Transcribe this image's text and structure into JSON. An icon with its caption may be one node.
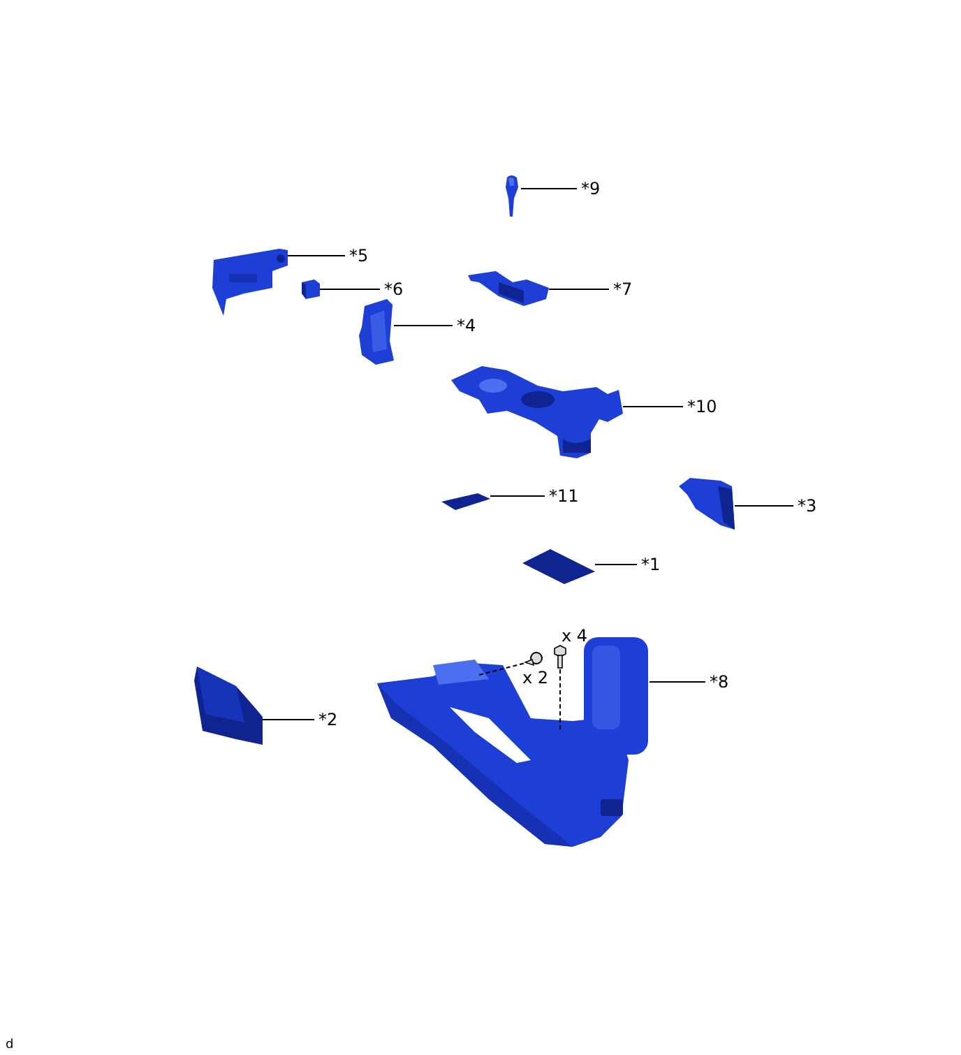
{
  "diagram": {
    "nodes": [
      {
        "text": [
          "*9"
        ]
      },
      {
        "text": [],
        "shape": "picture"
      },
      {
        "text": [
          "*5"
        ]
      },
      {
        "text": [],
        "shape": "picture"
      },
      {
        "text": [
          "*6"
        ]
      },
      {
        "text": [],
        "shape": "picture"
      },
      {
        "text": [
          "*7"
        ]
      },
      {
        "text": [],
        "shape": "picture"
      },
      {
        "text": [
          "*4"
        ]
      },
      {
        "text": [],
        "shape": "picture"
      },
      {
        "text": [
          "*10"
        ]
      },
      {
        "text": [],
        "shape": "picture"
      },
      {
        "text": [
          "*11"
        ]
      },
      {
        "text": [],
        "shape": "picture"
      },
      {
        "text": [
          "*3"
        ]
      },
      {
        "text": [],
        "shape": "picture"
      },
      {
        "text": [
          "*1"
        ]
      },
      {
        "text": [],
        "shape": "picture"
      },
      {
        "text": [
          "*8"
        ]
      },
      {
        "text": [],
        "shape": "picture"
      },
      {
        "text": [
          "*2"
        ]
      },
      {
        "text": [],
        "shape": "picture"
      }
    ],
    "edges": [
      {
        "from": 0,
        "to": 1,
        "arrow": "none"
      },
      {
        "from": 2,
        "to": 3,
        "arrow": "none"
      },
      {
        "from": 4,
        "to": 5,
        "arrow": "none"
      },
      {
        "from": 6,
        "to": 7,
        "arrow": "none"
      },
      {
        "from": 8,
        "to": 9,
        "arrow": "none"
      },
      {
        "from": 10,
        "to": 11,
        "arrow": "none"
      },
      {
        "from": 12,
        "to": 13,
        "arrow": "none"
      },
      {
        "from": 14,
        "to": 15,
        "arrow": "none"
      },
      {
        "from": 16,
        "to": 17,
        "arrow": "none"
      },
      {
        "from": 18,
        "to": 19,
        "arrow": "none"
      },
      {
        "from": 20,
        "to": 21,
        "arrow": "none"
      }
    ],
    "labels": [
      "x 4",
      "x 2",
      "d"
    ]
  }
}
